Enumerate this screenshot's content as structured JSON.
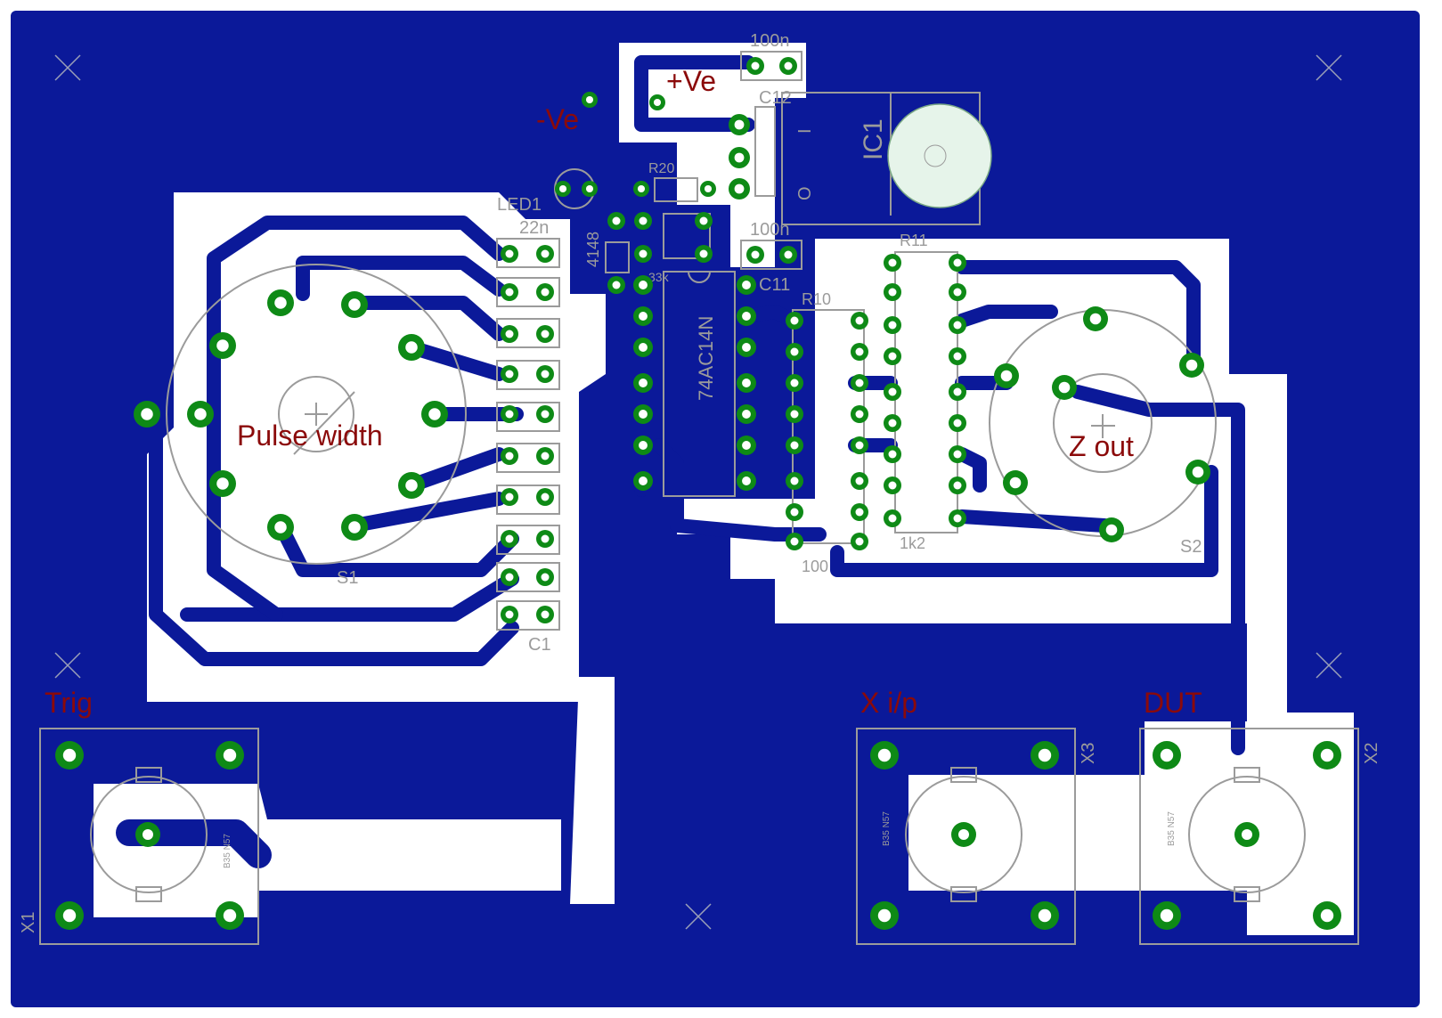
{
  "board_labels": {
    "pos_ve": "+Ve",
    "neg_ve": "-Ve",
    "pulse_width": "Pulse width",
    "z_out": "Z out",
    "trig": "Trig",
    "x_ip": "X i/p",
    "dut": "DUT"
  },
  "components": {
    "ic1": "IC1",
    "ic2_part": "74AC14N",
    "s1": "S1",
    "s2": "S2",
    "x1": "X1",
    "x2": "X2",
    "x3": "X3",
    "c1": "C1",
    "c11": "C11",
    "c12": "C12",
    "c11_value": "100n",
    "c12_value": "100n",
    "c_top_value": "22n",
    "led1": "LED1",
    "r20": "R20",
    "r10": "R10",
    "r11": "R11",
    "r10_value": "100",
    "r11_value": "1k2",
    "r_misc_value": "33k",
    "diode_value": "4148",
    "bnc_part": "B35 N57"
  },
  "colors": {
    "copper": "#0b1999",
    "pad": "#0e8a16",
    "silkscreen": "#9b9b9b",
    "label": "#8b0a0a"
  }
}
